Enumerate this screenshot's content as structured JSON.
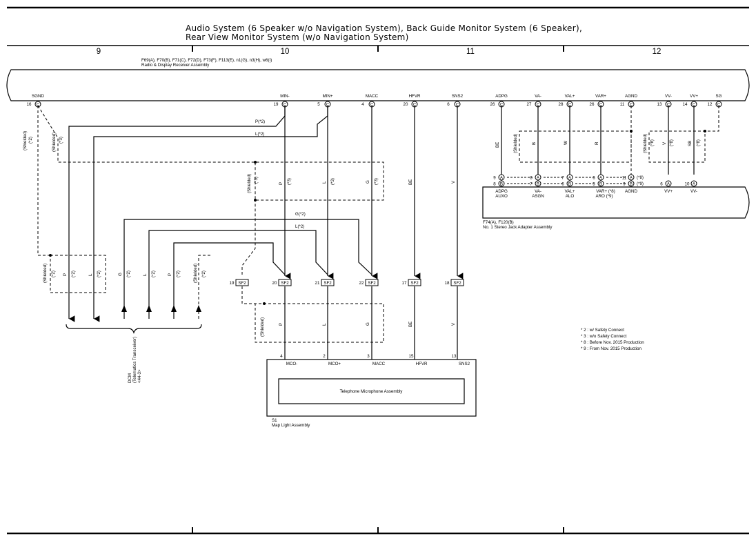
{
  "title": {
    "line1": "Audio System (6 Speaker w/o Navigation System),  Back Guide Monitor System (6 Speaker),",
    "line2": "Rear View Monitor System (w/o Navigation System)"
  },
  "sections": [
    "9",
    "10",
    "11",
    "12"
  ],
  "radio": {
    "connectors": "F69(A), F70(B), F71(C), F72(D), F73(F), F113(E), n1(G), n3(H), w6(I)",
    "name": "Radio & Display Receiver Assembly",
    "terminals": [
      {
        "label": "SGND",
        "num": "16",
        "conn": "C"
      },
      {
        "label": "MIN-",
        "num": "19",
        "conn": "C"
      },
      {
        "label": "MIN+",
        "num": "5",
        "conn": "C"
      },
      {
        "label": "MACC",
        "num": "4",
        "conn": "C"
      },
      {
        "label": "HFVR",
        "num": "20",
        "conn": "C"
      },
      {
        "label": "SNS2",
        "num": "6",
        "conn": "C"
      },
      {
        "label": "ADPG",
        "num": "26",
        "conn": "C"
      },
      {
        "label": "VA-",
        "num": "27",
        "conn": "C"
      },
      {
        "label": "VAL+",
        "num": "28",
        "conn": "C"
      },
      {
        "label": "VAR+",
        "num": "26",
        "conn": "C"
      },
      {
        "label": "AGND",
        "num": "11",
        "conn": "C"
      },
      {
        "label": "VV-",
        "num": "13",
        "conn": "C"
      },
      {
        "label": "VV+",
        "num": "14",
        "conn": "C"
      },
      {
        "label": "SG",
        "num": "12",
        "conn": "C"
      }
    ]
  },
  "wire_labels": {
    "p2": "P(*2)",
    "l2": "L(*2)",
    "g2": "G(*2)",
    "l2b": "L(*2)",
    "shielded": "(Shielded)",
    "n2": "(*2)",
    "n3": "(*3)",
    "n8": "(*8)",
    "n9": "(*9)",
    "P": "P",
    "L": "L",
    "G": "G",
    "BE": "BE",
    "V": "V",
    "B": "B",
    "W": "W",
    "R": "R",
    "SB": "SB"
  },
  "splices": [
    {
      "num": "19",
      "id": "SF2"
    },
    {
      "num": "20",
      "id": "SF2"
    },
    {
      "num": "21",
      "id": "SF2"
    },
    {
      "num": "22",
      "id": "SF2"
    },
    {
      "num": "17",
      "id": "SF2"
    },
    {
      "num": "18",
      "id": "SF2"
    }
  ],
  "stereo": {
    "connectors": "F74(A), F120(B)",
    "name": "No. 1 Stereo Jack Adapter Assembly",
    "pins_top": [
      {
        "num": "9",
        "conn": "A"
      },
      {
        "num": "8",
        "conn": "A"
      },
      {
        "num": "7",
        "conn": "A"
      },
      {
        "num": "6",
        "conn": "A"
      },
      {
        "num": "11",
        "conn": "A"
      },
      {
        "num": "6",
        "conn": "A"
      },
      {
        "num": "10",
        "conn": "A"
      }
    ],
    "pins_bot": [
      {
        "num": "8",
        "conn": "B"
      },
      {
        "num": "7",
        "conn": "B"
      },
      {
        "num": "6",
        "conn": "B"
      },
      {
        "num": "5",
        "conn": "B"
      },
      {
        "num": "9",
        "conn": "B"
      }
    ],
    "labels1": [
      "ADPG",
      "VA-",
      "VAL+",
      "VAR+ (*8)",
      "AGND",
      "VV+",
      "VV-"
    ],
    "labels2": [
      "AUXO",
      "ASGN",
      "ALO",
      "ARO (*9)"
    ]
  },
  "dcm": {
    "line1": "DCM",
    "line2": "(Telematics Transceiver)",
    "line3": "<44-3>"
  },
  "map_light": {
    "id": "S1",
    "name": "Map Light Assembly",
    "inner": "Telephone Microphone Assembly",
    "terminals": [
      {
        "num": "4",
        "label": "MCO-"
      },
      {
        "num": "2",
        "label": "MCO+"
      },
      {
        "num": "3",
        "label": "MACC"
      },
      {
        "num": "15",
        "label": "HFVR"
      },
      {
        "num": "13",
        "label": "SNS2"
      }
    ]
  },
  "notes": [
    "* 2 : w/ Safety Connect",
    "* 3 : w/o Safety Connect",
    "* 8 : Before Nov.  2015 Production",
    "* 9 : From Nov.  2015 Production"
  ]
}
